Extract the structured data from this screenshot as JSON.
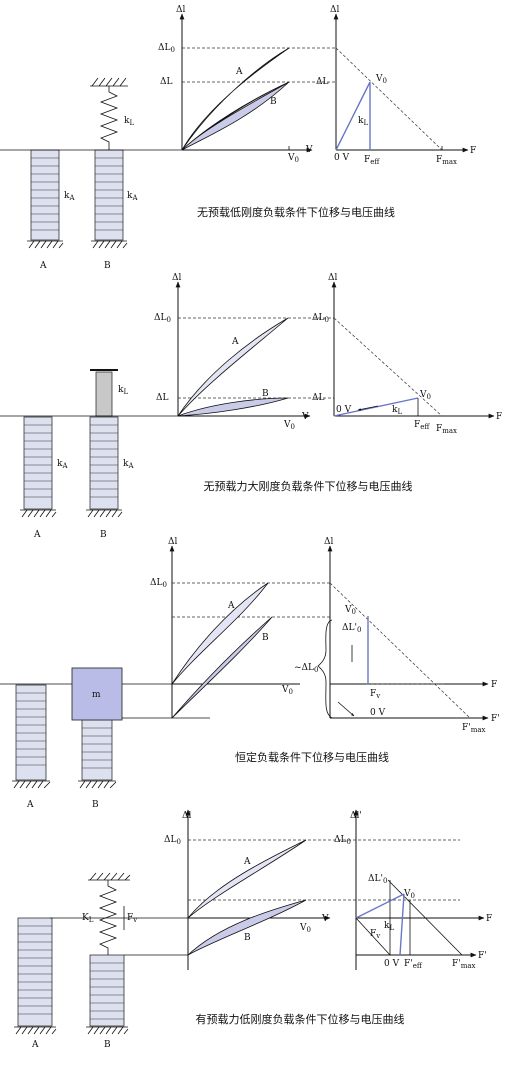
{
  "labels": {
    "delta_l": "Δl",
    "delta_L0": "ΔL",
    "sub0": "0",
    "delta_L": "ΔL",
    "delta_L0_prime": "ΔL'",
    "delta_l_prime": "Δl'",
    "approx_delta_L0": "~ΔL",
    "V": "V",
    "V0": "V",
    "zero_V": "0 V",
    "F": "F",
    "F_prime": "F'",
    "F_eff": "F",
    "F_eff_sub": "eff",
    "F_prime_eff": "F'",
    "F_max": "F",
    "F_max_sub": "max",
    "F_prime_max": "F'",
    "F_v": "F",
    "F_v_sub": "v",
    "k_A": "k",
    "k_A_sub": "A",
    "k_L": "k",
    "K_L": "K",
    "k_L_sub": "L",
    "A": "A",
    "B": "B",
    "m": "m"
  },
  "panels": [
    {
      "caption": "无预载低刚度负载条件下位移与电压曲线"
    },
    {
      "caption": "无预载力大刚度负载条件下位移与电压曲线"
    },
    {
      "caption": "恒定负载条件下位移与电压曲线"
    },
    {
      "caption": "有预载力低刚度负载条件下位移与电压曲线"
    }
  ]
}
